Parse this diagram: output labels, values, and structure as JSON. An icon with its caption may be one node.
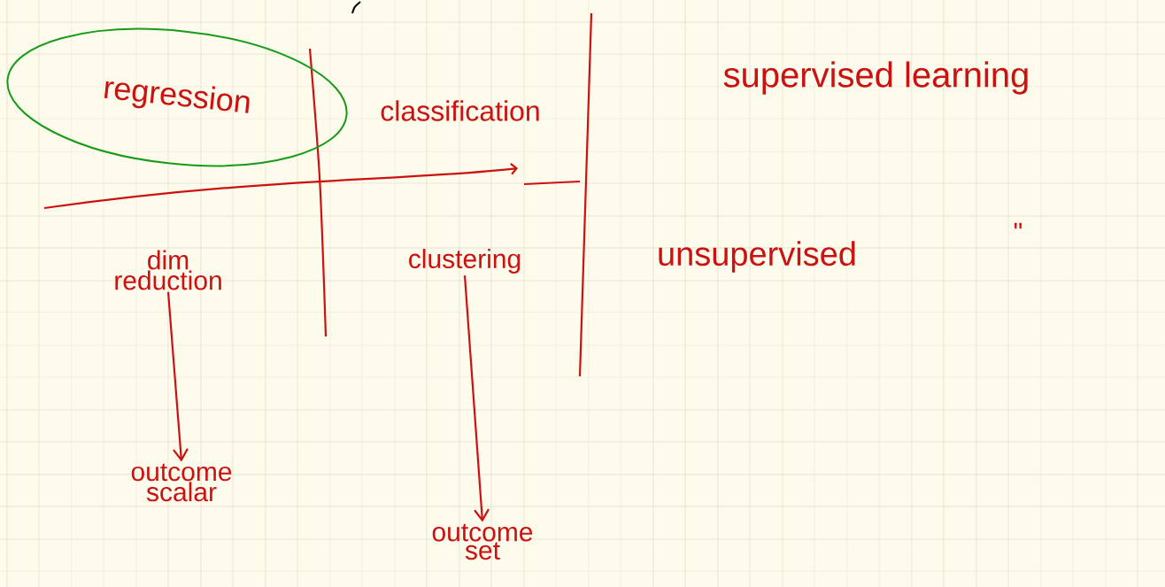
{
  "diagram": {
    "nodes": [
      {
        "text": [
          "regression"
        ]
      },
      {
        "text": [
          "dim reduction"
        ]
      },
      {
        "text": [
          "clustering"
        ]
      },
      {
        "text": [
          "outcome scalar"
        ]
      },
      {
        "text": [
          "outcome set"
        ]
      }
    ],
    "edges": [
      {
        "from": 1,
        "to": 3,
        "arrow": "to"
      },
      {
        "from": 2,
        "to": 4,
        "arrow": "to"
      }
    ],
    "labels": [
      "classification",
      "supervised learning",
      "unsupervised",
      "\""
    ]
  }
}
